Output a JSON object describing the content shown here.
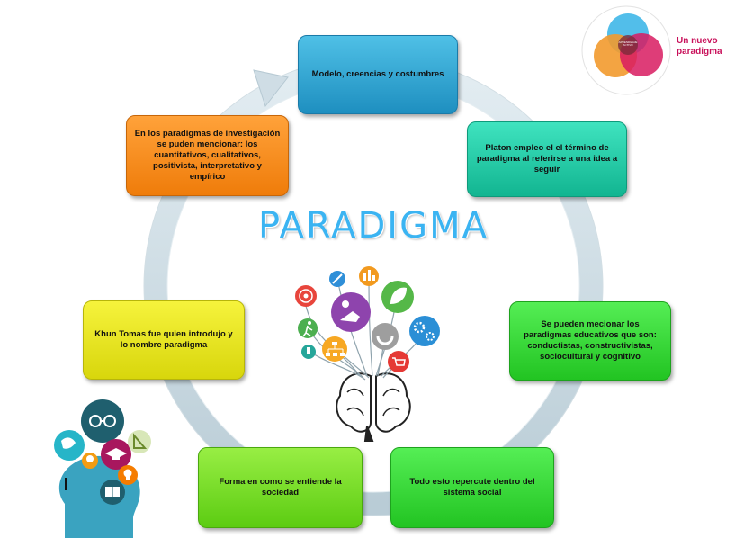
{
  "diagram": {
    "title": "PARADIGMA",
    "boxes": {
      "top": "Modelo,  creencias  y costumbres",
      "right_top": "Platon empleo el el término  de paradigma al referirse  a una idea a seguir",
      "right_bottom": "Se pueden mecionar los paradigmas educativos  que son: conductistas,  constructivistas, sociocultural   y cognitivo",
      "bottom_right": "Todo esto repercute  dentro del sistema social",
      "bottom_left": "Forma en como se entiende la sociedad",
      "left": "Khun Tomas fue quien introdujo  y lo nombre paradigma",
      "left_top": "En los  paradigmas de investigación  se puden mencionar:  los cuantitativos, cualitativos,  positivista, interpretativo  y empírico"
    },
    "logo": {
      "label": "Un nuevo paradigma",
      "center_text": "APRENDIZAJE ACTIVO"
    },
    "icons": [
      "brain-icon",
      "target-icon",
      "pencil-icon",
      "chart-icon",
      "leaf-icon",
      "person-reading-icon",
      "runner-icon",
      "hierarchy-icon",
      "magnet-icon",
      "gears-icon",
      "cart-icon",
      "chess-icon",
      "glasses-icon",
      "globe-icon",
      "graduation-cap-icon",
      "triangle-ruler-icon",
      "lightbulb-icon",
      "book-icon",
      "head-silhouette-icon"
    ],
    "colors": {
      "title": "#3bb4f2",
      "ring": "#c9dce6",
      "blue": "#2aa3d6",
      "teal": "#1dcca4",
      "green": "#33d433",
      "lime": "#76d61f",
      "yellow": "#e8e51a",
      "orange": "#f58c1c",
      "logo_blue": "#3fb7e8",
      "logo_orange": "#f29a2e",
      "logo_pink": "#d81b60"
    }
  }
}
